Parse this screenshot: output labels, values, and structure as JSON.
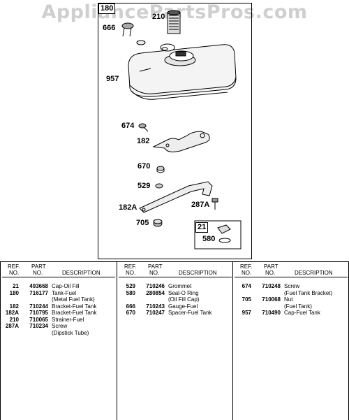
{
  "watermark": "AppliancePartsPros.com",
  "diagram": {
    "callouts": {
      "c180": "180",
      "c210": "210",
      "c666": "666",
      "c957": "957",
      "c674": "674",
      "c182": "182",
      "c670": "670",
      "c529": "529",
      "c182a": "182A",
      "c287a": "287A",
      "c705": "705",
      "c21": "21",
      "c580": "580"
    }
  },
  "table": {
    "headers": {
      "ref_top": "REF.",
      "ref_bottom": "NO.",
      "part_top": "PART",
      "part_bottom": "NO.",
      "description": "DESCRIPTION"
    },
    "columns": [
      [
        {
          "ref": "21",
          "part": "493668",
          "desc": [
            "Cap-Oil Fill"
          ]
        },
        {
          "ref": "180",
          "part": "716177",
          "desc": [
            "Tank-Fuel",
            "(Metal Fuel Tank)"
          ]
        },
        {
          "ref": "182",
          "part": "710244",
          "desc": [
            "Bracket-Fuel Tank"
          ]
        },
        {
          "ref": "182A",
          "part": "710795",
          "desc": [
            "Bracket-Fuel Tank"
          ]
        },
        {
          "ref": "210",
          "part": "710065",
          "desc": [
            "Strainer-Fuel"
          ]
        },
        {
          "ref": "287A",
          "part": "710234",
          "desc": [
            "Screw",
            "(Dipstick Tube)"
          ]
        }
      ],
      [
        {
          "ref": "529",
          "part": "710246",
          "desc": [
            "Grommet"
          ]
        },
        {
          "ref": "580",
          "part": "280854",
          "desc": [
            "Seal-O Ring",
            "(Oil Fill Cap)"
          ]
        },
        {
          "ref": "666",
          "part": "710243",
          "desc": [
            "Gauge-Fuel"
          ]
        },
        {
          "ref": "670",
          "part": "710247",
          "desc": [
            "Spacer-Fuel Tank"
          ]
        }
      ],
      [
        {
          "ref": "674",
          "part": "710248",
          "desc": [
            "Screw",
            "(Fuel Tank Bracket)"
          ]
        },
        {
          "ref": "705",
          "part": "710068",
          "desc": [
            "Nut",
            "(Fuel Tank)"
          ]
        },
        {
          "ref": "957",
          "part": "710490",
          "desc": [
            "Cap-Fuel Tank"
          ]
        }
      ]
    ]
  }
}
